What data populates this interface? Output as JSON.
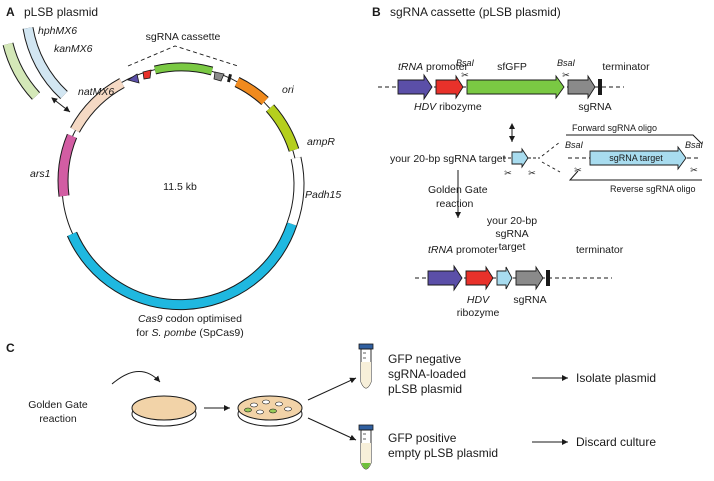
{
  "panel_a": {
    "letter": "A",
    "title": "pLSB plasmid",
    "center_label": "11.5 kb",
    "cassette_label": "sgRNA cassette",
    "features": {
      "hph": "hphMX6",
      "kan": "kanMX6",
      "nat": "natMX6",
      "ori": "ori",
      "amp": "ampR",
      "ars": "ars1",
      "padh": "Padh15"
    },
    "cas9_line1_ital": "Cas9",
    "cas9_line1_rest": " codon optimised",
    "cas9_line2_pre": "for ",
    "cas9_line2_ital": "S. pombe",
    "cas9_line2_post": " (SpCas9)",
    "colors": {
      "cas9": "#1fb8e0",
      "ampR": "#b5cf1e",
      "ori": "#f08a1e",
      "ars1": "#d25da3",
      "natMX6": "#f5d9c4",
      "kanMX6": "#d4e8b8",
      "hphMX6": "#d2e6f2",
      "sfGFP": "#7ac943",
      "promoter": "#5b4fa8",
      "hdv": "#e8312a",
      "terminator_box": "#8a8a8a"
    }
  },
  "panel_b": {
    "letter": "B",
    "title": "sgRNA cassette (pLSB plasmid)",
    "trna_ital": "tRNA",
    "promoter_word": " promoter",
    "bsai": "BsaI",
    "sfgfp": "sfGFP",
    "terminator": "terminator",
    "hdv_ital": "HDV",
    "ribozyme": " ribozyme",
    "ribozyme_word": "ribozyme",
    "sgrna": "sgRNA",
    "your_target": "your 20-bp sgRNA target",
    "forward_oligo": "Forward sgRNA oligo",
    "reverse_oligo": "Reverse sgRNA oligo",
    "sgrna_target_box": "sgRNA target",
    "golden_gate_1": "Golden Gate",
    "golden_gate_2": "reaction",
    "your_lines": [
      "your 20-bp",
      "sgRNA",
      "target"
    ]
  },
  "panel_c": {
    "letter": "C",
    "golden_gate_1": "Golden Gate",
    "golden_gate_2": "reaction",
    "top_lines": [
      "GFP negative",
      "sgRNA-loaded",
      "pLSB plasmid"
    ],
    "top_action": "Isolate plasmid",
    "bottom_lines": [
      "GFP positive",
      "empty pLSB plasmid"
    ],
    "bottom_action": "Discard culture"
  }
}
